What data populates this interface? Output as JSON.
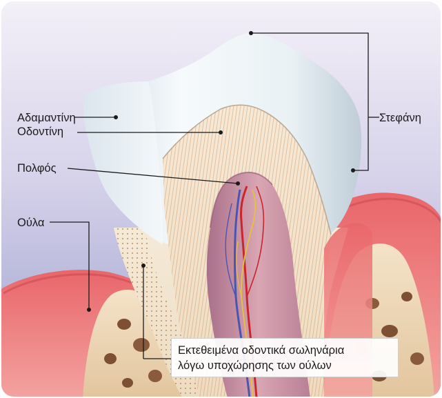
{
  "labels": {
    "enamel": "Αδαμαντίνη",
    "dentin": "Οδοντίνη",
    "pulp": "Πολφός",
    "gum": "Ούλα",
    "crown": "Στεφάνη"
  },
  "caption": {
    "line1": "Εκτεθειμένα οδοντικά σωληνάρια",
    "line2": "λόγω υποχώρησης των ούλων"
  }
}
